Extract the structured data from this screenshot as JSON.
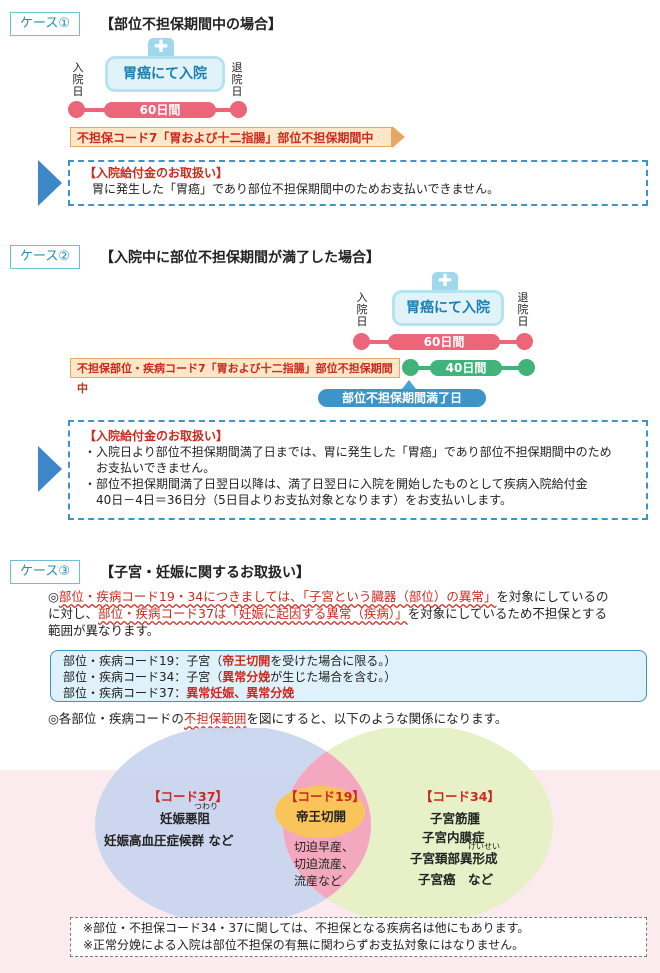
{
  "case1": {
    "tag": "ケース①",
    "title": "【部位不担保期間中の場合】",
    "hospital_label": "胃癌にて入院",
    "admission_label": "入院日",
    "discharge_label": "退院日",
    "stay_days": "60日間",
    "period_bar": "不担保コード7「胃および十二指腸」部位不担保期間中",
    "note_head": "【入院給付金のお取扱い】",
    "note_body": "胃に発生した「胃癌」であり部位不担保期間中のためお支払いできません。"
  },
  "case2": {
    "tag": "ケース②",
    "title": "【入院中に部位不担保期間が満了した場合】",
    "hospital_label": "胃癌にて入院",
    "admission_label": "入院日",
    "discharge_label": "退院日",
    "stay_days": "60日間",
    "period_bar": "不担保部位・疾病コード7「胃および十二指腸」部位不担保期間中",
    "covered_days": "40日間",
    "expiry_label": "部位不担保期間満了日",
    "note_head": "【入院給付金のお取扱い】",
    "note_line1": "・入院日より部位不担保期間満了日までは、胃に発生した「胃癌」であり部位不担保期間中のため",
    "note_line2": "お支払いできません。",
    "note_line3": "・部位不担保期間満了日翌日以降は、満了日翌日に入院を開始したものとして疾病入院給付金",
    "note_line4": "40日－4日＝36日分（5日目よりお支払対象となります）をお支払いします。"
  },
  "case3": {
    "tag": "ケース③",
    "title": "【子宮・妊娠に関するお取扱い】",
    "p1_mark": "◎",
    "p1_red1": "部位・疾病コード19・34につきましては、「子宮という臓器（部位）の異常」",
    "p1_mid": "を対象にしているの",
    "p1_line2_pre": "に対し、",
    "p1_red2": "部位・疾病コード37は「妊娠に起因する異常（疾病）」",
    "p1_line2_post": "を対象にしているため不担保とする",
    "p1_line3": "範囲が異なります。",
    "box_l1_pre": "部位・疾病コード19：子宮（",
    "box_l1_red": "帝王切開",
    "box_l1_post": "を受けた場合に限る。）",
    "box_l2_pre": "部位・疾病コード34：子宮（",
    "box_l2_red": "異常分娩",
    "box_l2_post": "が生じた場合を含む。）",
    "box_l3_pre": "部位・疾病コード37：",
    "box_l3_red": "異常妊娠、異常分娩",
    "p2_pre": "◎各部位・疾病コードの",
    "p2_red": "不担保範囲",
    "p2_post": "を図にすると、以下のような関係になります。",
    "venn": {
      "c37_head": "【コード37】",
      "c37_item1": "妊娠悪阻",
      "c37_ruby": "つわり",
      "c37_item2": "妊娠高血圧症候群 など",
      "c19_head": "【コード19】",
      "c19_item1": "帝王切開",
      "overlap_1": "切迫早産、",
      "overlap_2": "切迫流産、",
      "overlap_3": "流産など",
      "c34_head": "【コード34】",
      "c34_item1": "子宮筋腫",
      "c34_item2": "子宮内膜症",
      "c34_item3": "子宮頚部異形成",
      "c34_ruby": "けいせい",
      "c34_item4": "子宮癌　など"
    },
    "foot_1": "※部位・不担保コード34・37に関しては、不担保となる疾病名は他にもあります。",
    "foot_2": "※正常分娩による入院は部位不担保の有無に関わらずお支払対象にはなりません。"
  },
  "colors": {
    "accent_blue": "#3d86c9",
    "red_text": "#cc2a1e",
    "stay_bar": "#ec6579",
    "covered_bar": "#3fb37a",
    "period_fill": "#fde7c8"
  }
}
